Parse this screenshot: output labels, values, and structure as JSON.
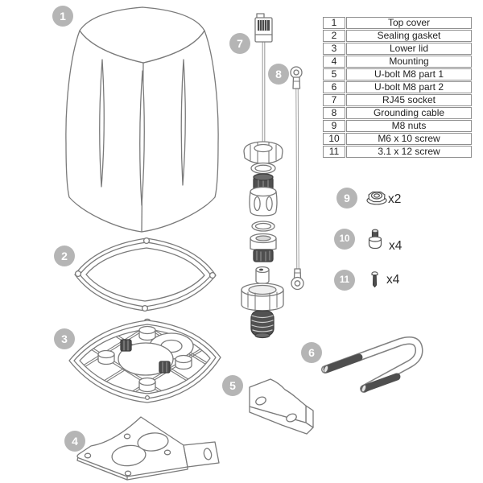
{
  "colors": {
    "background": "#ffffff",
    "line": "#7a7a7a",
    "dark_fill": "#4f4f4f",
    "badge_bg": "#b5b5b5",
    "badge_text": "#ffffff",
    "table_border": "#8f8f8f",
    "text": "#2b2b2b"
  },
  "parts_table": {
    "rows": [
      {
        "num": "1",
        "name": "Top cover"
      },
      {
        "num": "2",
        "name": "Sealing gasket"
      },
      {
        "num": "3",
        "name": "Lower lid"
      },
      {
        "num": "4",
        "name": "Mounting"
      },
      {
        "num": "5",
        "name": "U-bolt M8 part 1"
      },
      {
        "num": "6",
        "name": "U-bolt M8 part 2"
      },
      {
        "num": "7",
        "name": "RJ45 socket"
      },
      {
        "num": "8",
        "name": "Grounding cable"
      },
      {
        "num": "9",
        "name": "M8 nuts"
      },
      {
        "num": "10",
        "name": "M6 x 10 screw"
      },
      {
        "num": "11",
        "name": "3.1 x 12 screw"
      }
    ]
  },
  "callouts": [
    "1",
    "2",
    "3",
    "4",
    "5",
    "6",
    "7",
    "8",
    "9",
    "10",
    "11"
  ],
  "hardware_counts": [
    {
      "id": "9",
      "icon": "flange-nut-icon",
      "count": "x2"
    },
    {
      "id": "10",
      "icon": "m6-screw-icon",
      "count": "x4"
    },
    {
      "id": "11",
      "icon": "small-screw-icon",
      "count": "x4"
    }
  ]
}
